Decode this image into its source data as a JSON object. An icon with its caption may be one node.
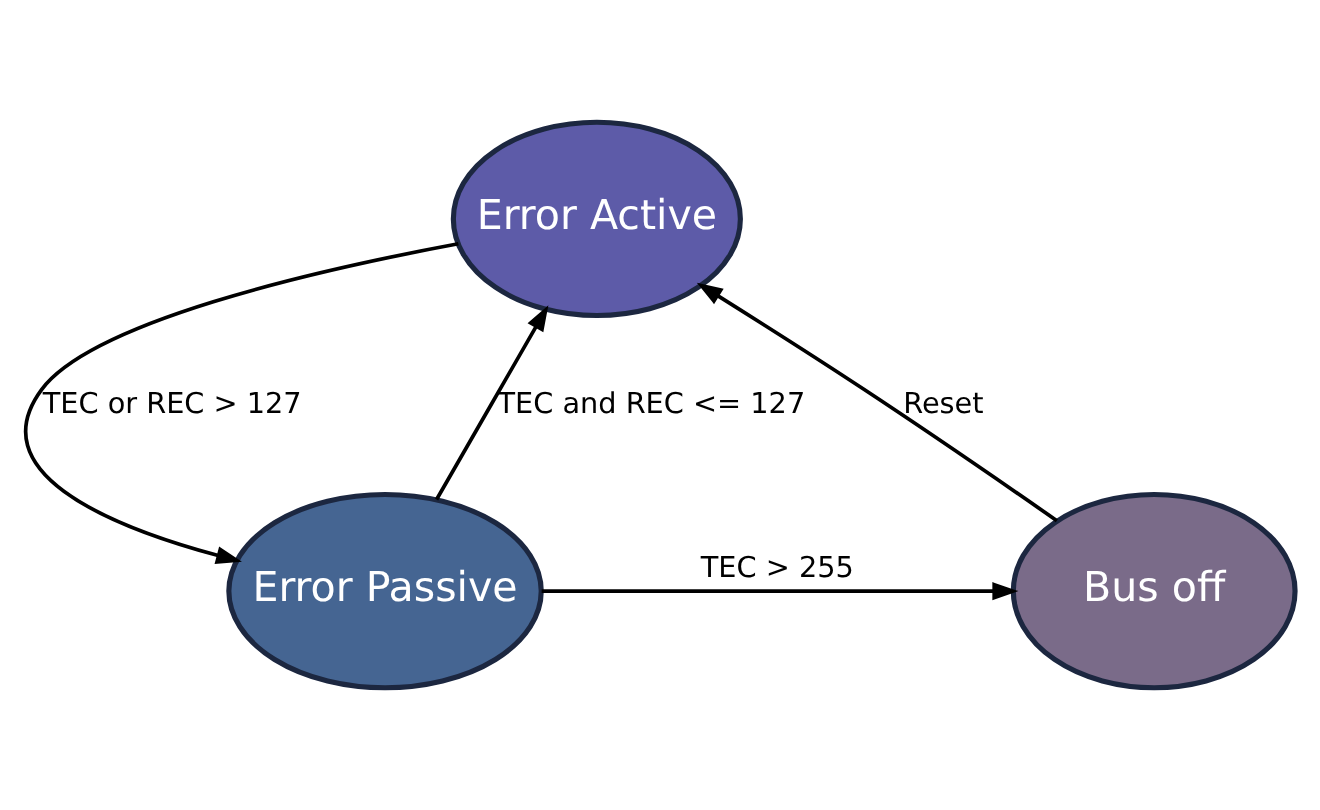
{
  "diagram": {
    "nodes": [
      {
        "text": [
          "Error Active"
        ]
      },
      {
        "text": [
          "Error Passive"
        ]
      },
      {
        "text": [
          "Bus off"
        ]
      }
    ],
    "edges": [
      {
        "from": 0,
        "to": 1,
        "arrow": "to",
        "label": "TEC or REC > 127"
      },
      {
        "from": 1,
        "to": 0,
        "arrow": "to",
        "label": "TEC and REC <= 127"
      },
      {
        "from": 1,
        "to": 2,
        "arrow": "to",
        "label": "TEC > 255"
      },
      {
        "from": 2,
        "to": 0,
        "arrow": "to",
        "label": "Reset"
      }
    ]
  }
}
